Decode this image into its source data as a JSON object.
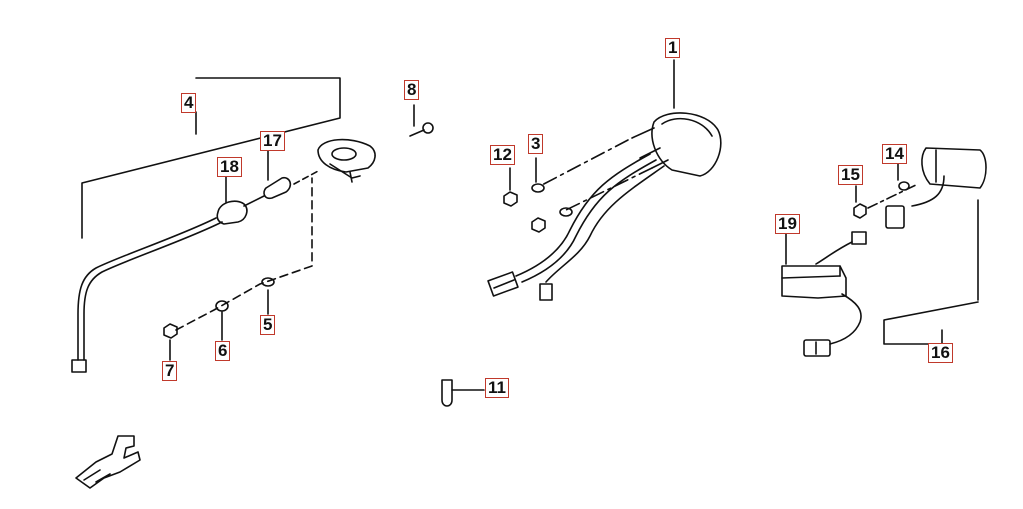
{
  "diagram": {
    "callouts": [
      {
        "id": "c1",
        "label": "1"
      },
      {
        "id": "c3",
        "label": "3"
      },
      {
        "id": "c4",
        "label": "4"
      },
      {
        "id": "c5",
        "label": "5"
      },
      {
        "id": "c6",
        "label": "6"
      },
      {
        "id": "c7",
        "label": "7"
      },
      {
        "id": "c8",
        "label": "8"
      },
      {
        "id": "c11",
        "label": "11"
      },
      {
        "id": "c12",
        "label": "12"
      },
      {
        "id": "c14",
        "label": "14"
      },
      {
        "id": "c15",
        "label": "15"
      },
      {
        "id": "c16",
        "label": "16"
      },
      {
        "id": "c17",
        "label": "17"
      },
      {
        "id": "c18",
        "label": "18"
      },
      {
        "id": "c19",
        "label": "19"
      }
    ],
    "colors": {
      "line": "#111111",
      "callout_border": "#c0392b",
      "background": "#ffffff"
    },
    "icons": [
      "front-direction-arrow-icon"
    ]
  }
}
